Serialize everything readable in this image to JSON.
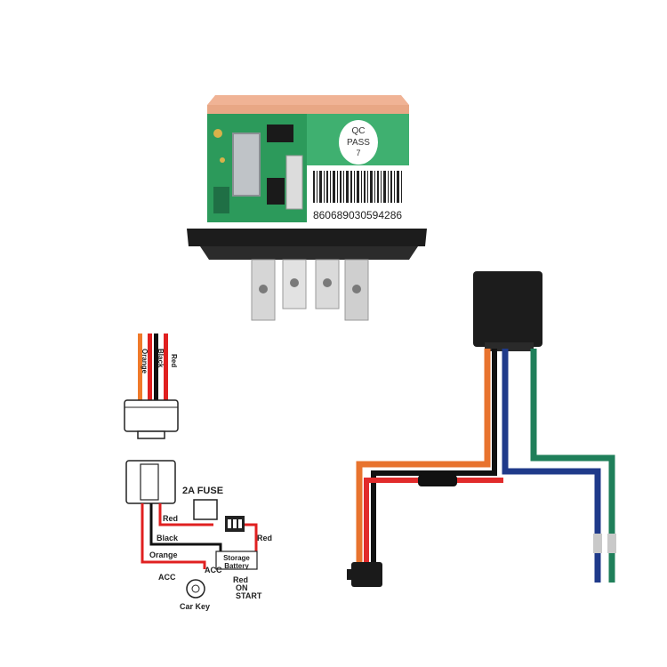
{
  "relay_module": {
    "qc_label_line1": "QC",
    "qc_label_line2": "PASS",
    "qc_label_line3": "7",
    "imei": "860689030594286"
  },
  "schematic": {
    "top_wire_labels": {
      "orange": "Orange",
      "black": "Black",
      "red": "Red"
    },
    "fuse_label": "2A FUSE",
    "wire_labels": {
      "red_to_fuse": "Red",
      "black": "Black",
      "orange": "Orange",
      "red_right": "Red"
    },
    "storage_battery_line1": "Storage",
    "storage_battery_line2": "Battery",
    "acc_left": "ACC",
    "acc_right": "ACC",
    "on_start_line1": "Red",
    "on_start_line2": "ON",
    "on_start_line3": "START",
    "car_key": "Car Key"
  },
  "harness": {
    "wire_colors": {
      "orange": "#e8732e",
      "red": "#e12b2b",
      "blue": "#1f3a8a",
      "green": "#1f7f5a",
      "black": "#111111"
    }
  }
}
